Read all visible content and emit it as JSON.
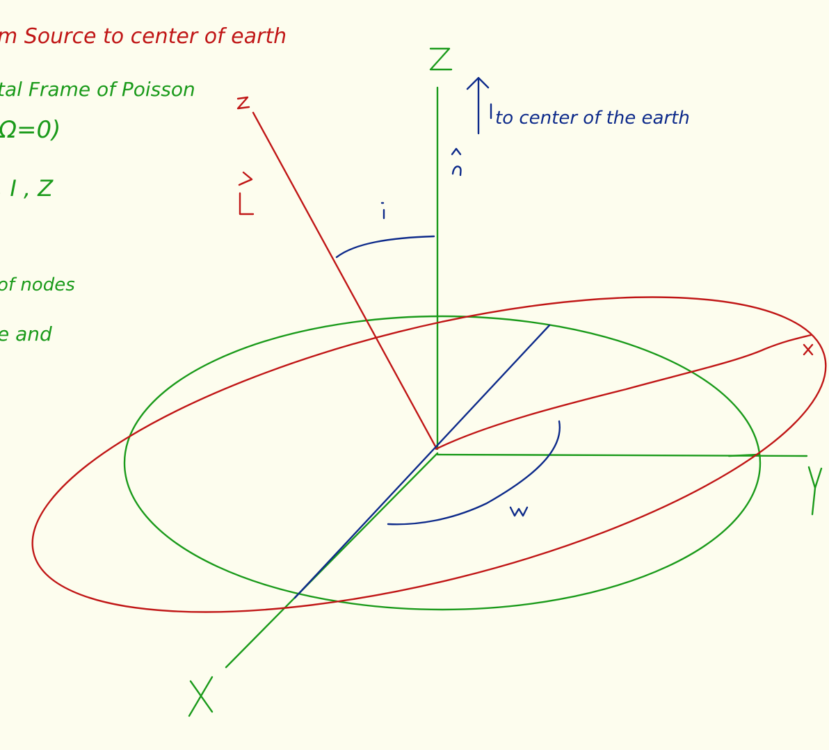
{
  "notes": {
    "line1": "m Source  to  center of  earth",
    "line2": "tal Frame of Poisson",
    "line3": "Ω=0)",
    "line4": ", I , Z",
    "line5": "of nodes",
    "line6": "e and"
  },
  "labels": {
    "axis_Z": "Z",
    "axis_X": "X",
    "axis_Y": "Y",
    "axis_z": "z",
    "axis_x": "x",
    "L_vec": "L",
    "n_hat": "n",
    "angle_i": "i",
    "angle_w": "w",
    "earth_note": "to center of the earth"
  },
  "colors": {
    "reference": "#1a9a1a",
    "orbit": "#c01616",
    "annotation": "#0d2a8a",
    "background": "#fdfdee"
  }
}
